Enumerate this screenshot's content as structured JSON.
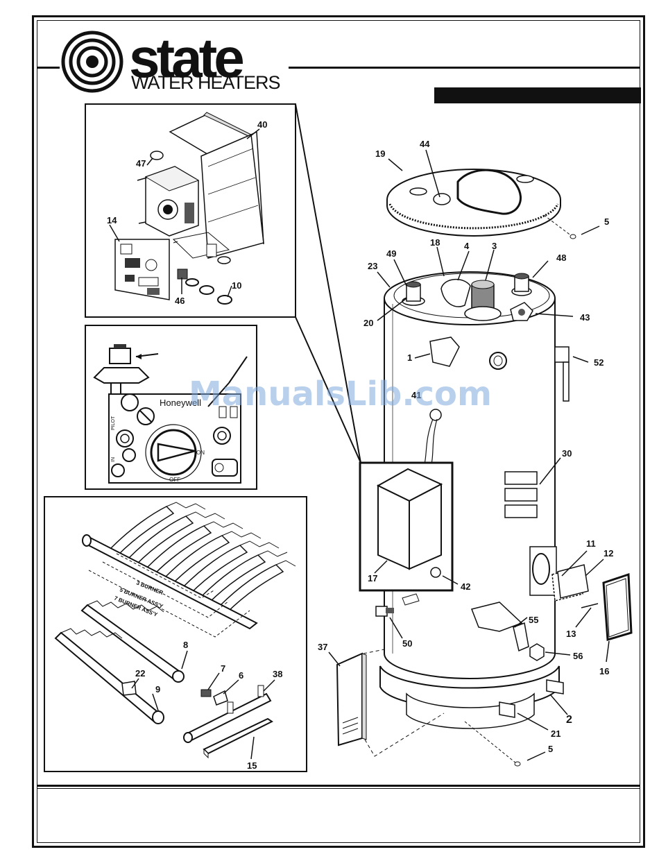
{
  "brand": {
    "name": "state",
    "tagline": "WATER HEATERS"
  },
  "watermark": "ManualsLib.com",
  "insets": {
    "control_label": "Honeywell",
    "on_label": "ON",
    "off_label": "OFF",
    "pilot_label": "PILOT",
    "in_label": "IN",
    "burner_labels": [
      "3 BURNER",
      "5 BURNER ASS'Y",
      "7 BURNER ASS'Y"
    ]
  },
  "callouts": {
    "c40": "40",
    "c47": "47",
    "c14": "14",
    "c46": "46",
    "c10": "10",
    "c19": "19",
    "c44": "44",
    "c5a": "5",
    "c18": "18",
    "c4": "4",
    "c3": "3",
    "c48": "48",
    "c49": "49",
    "c23": "23",
    "c20": "20",
    "c43": "43",
    "c1": "1",
    "c52": "52",
    "c41": "41",
    "c30": "30",
    "c17": "17",
    "c42": "42",
    "c11": "11",
    "c12": "12",
    "c55": "55",
    "c13": "13",
    "c16": "16",
    "c50": "50",
    "c56": "56",
    "c37": "37",
    "c2": "2",
    "c21": "21",
    "c5b": "5",
    "c8": "8",
    "c7": "7",
    "c6": "6",
    "c38": "38",
    "c22": "22",
    "c9": "9",
    "c15": "15"
  }
}
